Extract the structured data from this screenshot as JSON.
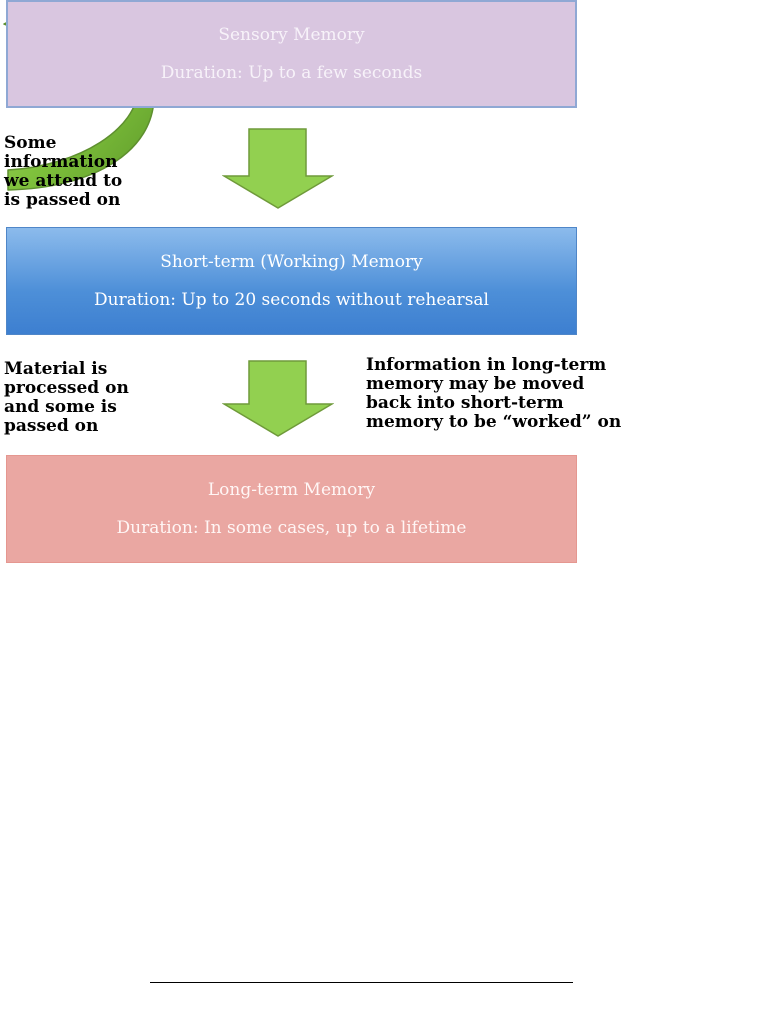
{
  "boxes": {
    "sensory": {
      "title": "Sensory Memory",
      "duration": "Duration:  Up to a few seconds"
    },
    "short_term": {
      "title": "Short-term (Working) Memory",
      "duration": "Duration:  Up to 20 seconds without rehearsal"
    },
    "long_term": {
      "title": "Long-term Memory",
      "duration": "Duration:  In some cases, up to a lifetime"
    }
  },
  "notes": {
    "attend": [
      "Some",
      "information",
      "we attend to",
      "is passed on"
    ],
    "process": [
      "Material is",
      "processed on",
      "and some is",
      "passed on"
    ],
    "retrieve": [
      "Information in long-term",
      "memory may be moved",
      "back into short-term",
      "memory to be “worked” on"
    ]
  },
  "colors": {
    "sensory_fill": "#d9c6e0",
    "short_term_fill": "#4d8fd8",
    "long_term_fill": "#eaa7a2",
    "arrow_fill": "#92d050"
  }
}
